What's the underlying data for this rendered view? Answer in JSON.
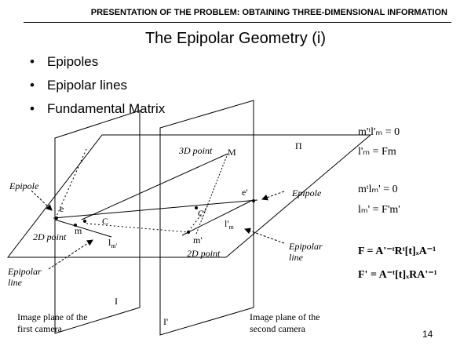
{
  "header": "PRESENTATION OF THE PROBLEM: OBTAINING THREE-DIMENSIONAL INFORMATION",
  "title": "The Epipolar Geometry (i)",
  "bullets": [
    "Epipoles",
    "Epipolar lines",
    "Fundamental Matrix"
  ],
  "labels": {
    "point3d": "3D point",
    "M": "M",
    "pi": "Π",
    "epipole_left": "Epipole",
    "epipole_right": "Epipole",
    "e": "e",
    "e_prime": "e'",
    "C": "C",
    "C_prime": "C'",
    "m": "m",
    "m_prime": "m'",
    "l_m": "l",
    "l_m_sub": "m'",
    "l_prime_m": "l'",
    "l_prime_m_sub": "m",
    "point2d_left": "2D point",
    "point2d_right": "2D point",
    "epipolar_line_left_1": "Epipolar",
    "epipolar_line_left_2": "line",
    "epipolar_line_right_1": "Epipolar",
    "epipolar_line_right_2": "line",
    "I": "I",
    "I_prime": "I'",
    "image_plane_first_1": "Image plane of the",
    "image_plane_first_2": "first camera",
    "image_plane_second_1": "Image plane of the",
    "image_plane_second_2": "second camera"
  },
  "equations": {
    "eq1": "m'ᵗl'ₘ = 0",
    "eq2": "l'ₘ = Fm",
    "eq3": "mᵗlₘ' = 0",
    "eq4": "lₘ' = F'm'",
    "eq5": "F = A'⁻ᵗRᵗ[t]ₓA⁻¹",
    "eq6": "F' = A⁻ᵗ[t]ₓRA'⁻¹"
  },
  "page_number": "14"
}
